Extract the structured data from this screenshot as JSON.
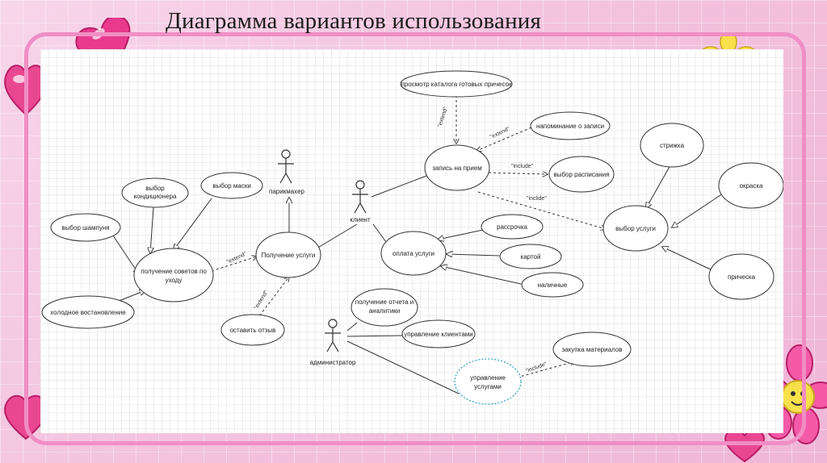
{
  "slide": {
    "title": "Диаграмма вариантов использования",
    "accent_color": "#f08ec4",
    "background_color": "#f3c3df"
  },
  "diagram": {
    "actors": {
      "hairdresser": "парикмахер",
      "client": "клиент",
      "admin": "администратор"
    },
    "usecases": {
      "catalog": "просмотр каталога готовых причесок",
      "reminder": "напоминание о записи",
      "appointment": "запись на прием",
      "schedule": "выбор расписания",
      "haircut": "стрижка",
      "coloring": "окраска",
      "service_choice": "выбор услуги",
      "hairstyle": "прическа",
      "conditioner_l1": "выбор",
      "conditioner_l2": "кондиционера",
      "mask": "выбор маски",
      "shampoo": "выбор шампуня",
      "care_advice_l1": "получение советов по",
      "care_advice_l2": "уходу",
      "cold_restore": "холодное востановление",
      "get_service": "Получение услуги",
      "payment": "оплата услуги",
      "installment": "рассрочка",
      "card": "картой",
      "cash": "наличные",
      "review": "оставить отзыв",
      "report_l1": "получение отчета и",
      "report_l2": "аналитики",
      "client_mgmt": "управление клиентами",
      "service_mgmt_l1": "управление",
      "service_mgmt_l2": "услугами",
      "materials": "закупка материалов"
    },
    "stereotypes": {
      "extend": "\"extend\"",
      "include": "\"include\"",
      "inclide": "\"inclide\""
    },
    "line_color": "#333333"
  }
}
